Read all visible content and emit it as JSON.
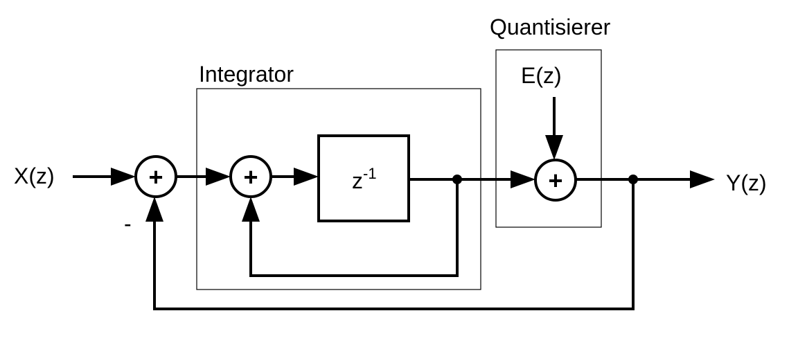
{
  "labels": {
    "integrator": "Integrator",
    "quantizer": "Quantisierer",
    "error_input": "E(z)",
    "input": "X(z)",
    "output": "Y(z)",
    "delay_base": "z",
    "delay_exponent": "-1",
    "feedback_sign": "-"
  },
  "sum_nodes": [
    {
      "name": "input-summing-junction",
      "sign": "+"
    },
    {
      "name": "integrator-summing-junction",
      "sign": "+"
    },
    {
      "name": "quantizer-summing-junction",
      "sign": "+"
    }
  ]
}
